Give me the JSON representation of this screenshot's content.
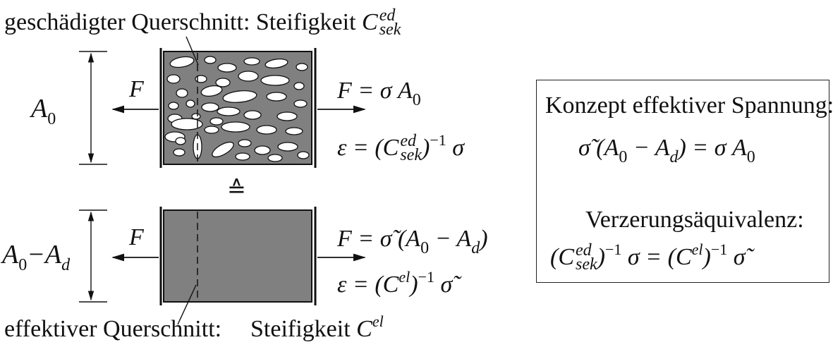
{
  "top_caption": {
    "prefix": "geschädigter Querschnitt:  Steifigkeit",
    "symbol": "C",
    "sup": "ed",
    "sub": "sek"
  },
  "bottom_caption": {
    "prefix": "effektiver Querschnitt:",
    "stiffness": "Steifigkeit",
    "symbol": "C",
    "sup": "el"
  },
  "upper_bar": {
    "area_label": "A",
    "area_sub": "0",
    "force_left": "F",
    "force_right": "F = σ A",
    "force_right_sub": "0",
    "strain": "ε = (C",
    "strain_sup": "ed",
    "strain_sub": "sek",
    "strain_tail": ")",
    "strain_exp": "−1",
    "strain_end": "σ"
  },
  "equivalence_symbol": "≙",
  "lower_bar": {
    "area_label": "A",
    "area_sub0": "0",
    "area_minus": "−A",
    "area_subd": "d",
    "force_left": "F",
    "force_right": "F = σ̃ (A",
    "force_right_sub0": "0",
    "force_right_mid": " − A",
    "force_right_subd": "d",
    "force_right_end": ")",
    "strain": "ε = (C",
    "strain_sup": "el",
    "strain_tail": ")",
    "strain_exp": "−1",
    "strain_end": "σ̃"
  },
  "concept_box": {
    "heading1": "Konzept effektiver Spannung:",
    "eq1_a": "σ̃ (A",
    "eq1_sub0": "0",
    "eq1_b": " − A",
    "eq1_subd": "d",
    "eq1_c": ") = σ A",
    "eq1_sub0b": "0",
    "heading2": "Verzerungsäquivalenz:",
    "eq2_a": "(C",
    "eq2_sup": "ed",
    "eq2_sub": "sek",
    "eq2_b": ")",
    "eq2_exp": "−1",
    "eq2_c": " σ = (C",
    "eq2_sup2": "el",
    "eq2_d": ")",
    "eq2_exp2": "−1",
    "eq2_e": " σ̃"
  },
  "colors": {
    "fill": "#808080",
    "line": "#111111",
    "void": "#ffffff"
  }
}
